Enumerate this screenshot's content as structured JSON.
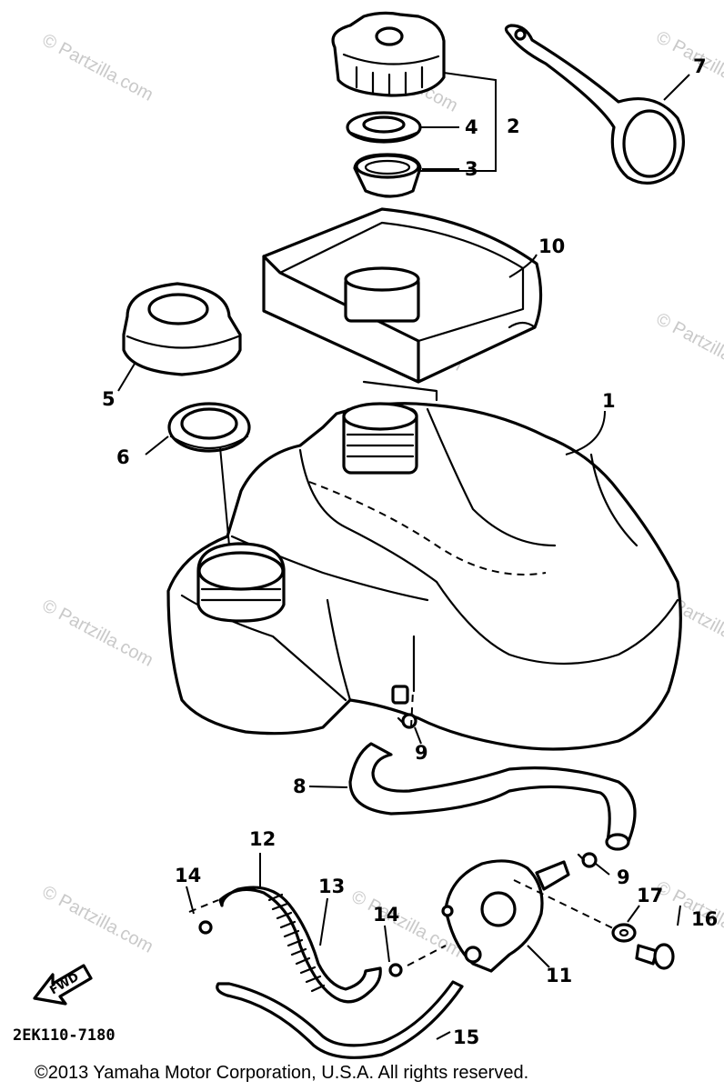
{
  "callouts": {
    "c1": "1",
    "c2": "2",
    "c3": "3",
    "c4": "4",
    "c5": "5",
    "c6": "6",
    "c7": "7",
    "c8": "8",
    "c9a": "9",
    "c9b": "9",
    "c10": "10",
    "c11": "11",
    "c12": "12",
    "c13": "13",
    "c14a": "14",
    "c14b": "14",
    "c15": "15",
    "c16": "16",
    "c17": "17"
  },
  "watermark": "© Partzilla.com",
  "fwd_label": "FWD",
  "drawing_code": "2EK110-7180",
  "copyright": "©2013  Yamaha Motor Corporation, U.S.A. All rights reserved."
}
